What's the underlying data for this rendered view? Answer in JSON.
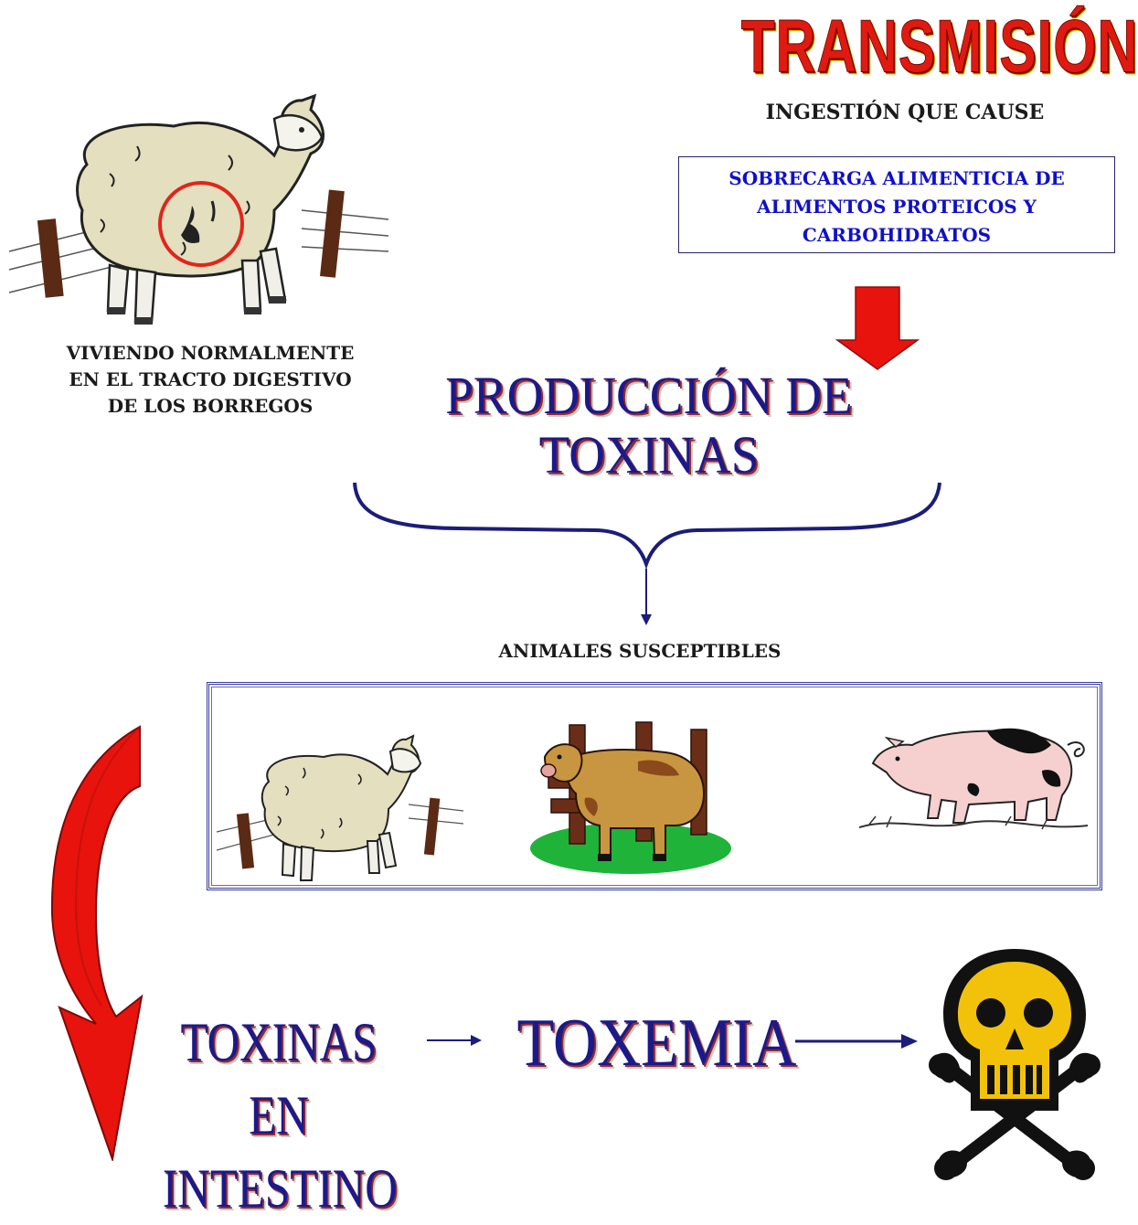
{
  "title": "TRANSMISIÓN",
  "subtitle": "INGESTIÓN QUE CAUSE",
  "cause": "SOBRECARGA ALIMENTICIA DE\nALIMENTOS PROTEICOS Y\nCARBOHIDRATOS",
  "left_caption": "VIVIENDO NORMALMENTE\nEN EL TRACTO DIGESTIVO\nDE LOS BORREGOS",
  "production": "PRODUCCIÓN DE\nTOXINAS",
  "susceptible_label": "ANIMALES SUSCEPTIBLES",
  "animals": [
    "sheep",
    "cow",
    "pig"
  ],
  "toxins_intestine": "TOXINAS EN\nINTESTINO",
  "toxemia": "TOXEMIA",
  "outcome_icon": "skull-crossbones-icon",
  "colors": {
    "title_red": "#e01a10",
    "cause_blue": "#1010c8",
    "big_text_blue": "#1a1a8a",
    "arrow_red": "#e8130c",
    "brace_navy": "#1c1c7a",
    "skull_yellow": "#f2c20a"
  }
}
